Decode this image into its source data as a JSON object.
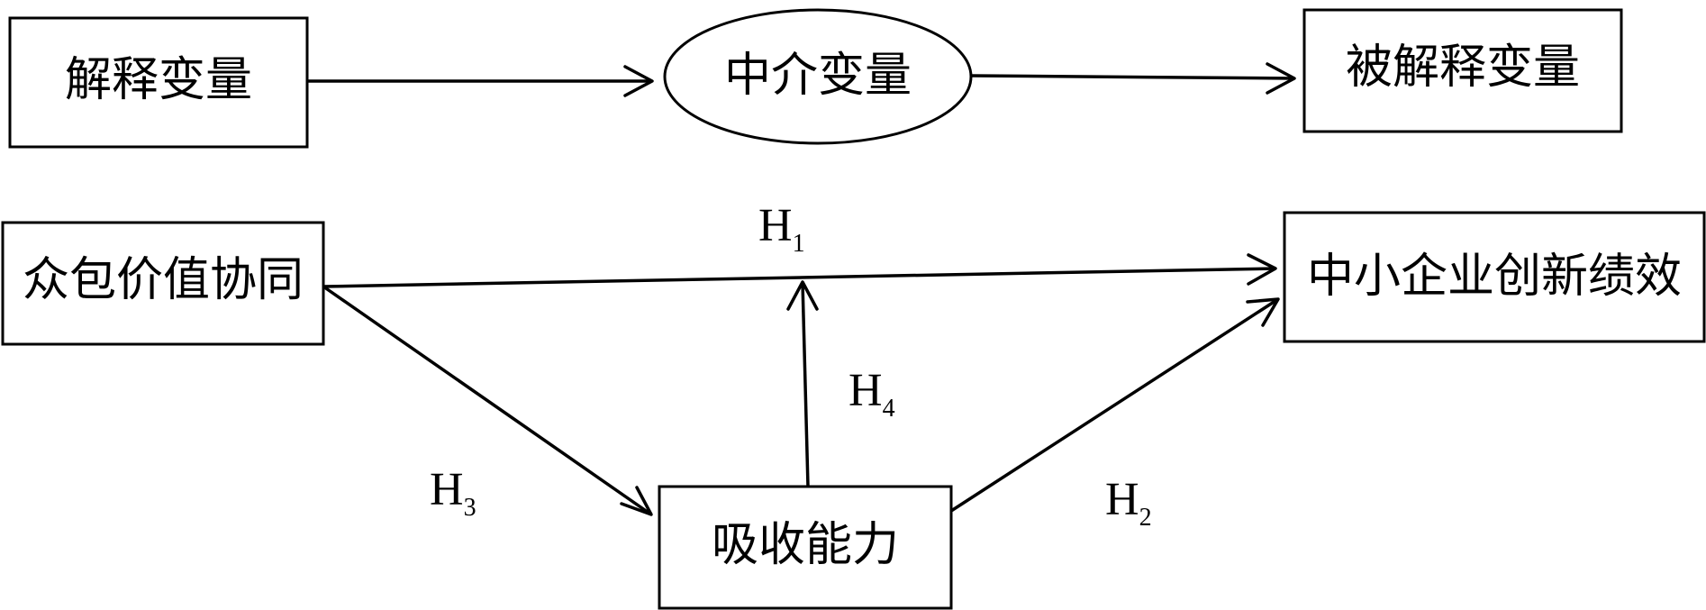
{
  "legend": {
    "explanatory": "解释变量",
    "mediator": "中介变量",
    "explained": "被解释变量"
  },
  "model": {
    "independent": "众包价值协同",
    "dependent": "中小企业创新绩效",
    "mediator": "吸收能力"
  },
  "hypotheses": {
    "h1": {
      "main": "H",
      "sub": "1"
    },
    "h2": {
      "main": "H",
      "sub": "2"
    },
    "h3": {
      "main": "H",
      "sub": "3"
    },
    "h4": {
      "main": "H",
      "sub": "4"
    }
  },
  "colors": {
    "stroke": "#000000",
    "fill": "#ffffff"
  }
}
